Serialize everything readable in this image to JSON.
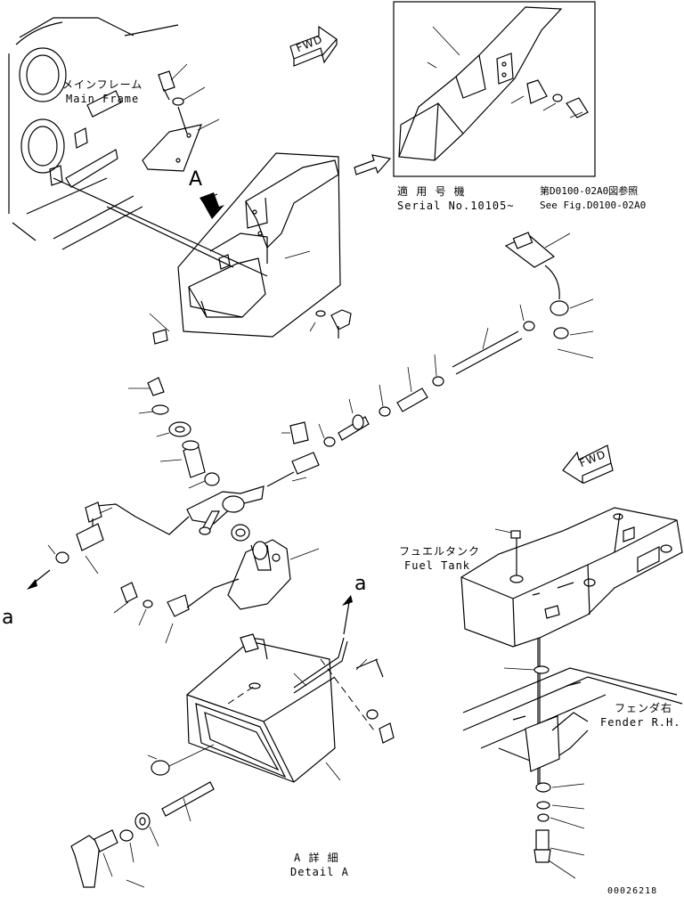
{
  "labels": {
    "main_frame_jp": "メインフレーム",
    "main_frame_en": "Main Frame",
    "view_letter": "A",
    "serial_jp": "適 用 号 機",
    "serial_en": "Serial No.10105~",
    "see_fig_jp": "第D0100-02A0図参照",
    "see_fig_en": "See Fig.D0100-02A0",
    "fuel_tank_jp": "フュエルタンク",
    "fuel_tank_en": "Fuel Tank",
    "fender_jp": "フェンダ右",
    "fender_en": "Fender R.H.",
    "detail_jp": "A 詳 細",
    "detail_en": "Detail A",
    "ref_a_left": "a",
    "ref_a_right": "a",
    "fwd_top": "FWD",
    "fwd_right": "FWD",
    "drawing_number": "00026218"
  },
  "icons": {
    "fwd_arrow": "fwd-arrow-icon",
    "view_arrow": "view-direction-arrow-icon"
  }
}
